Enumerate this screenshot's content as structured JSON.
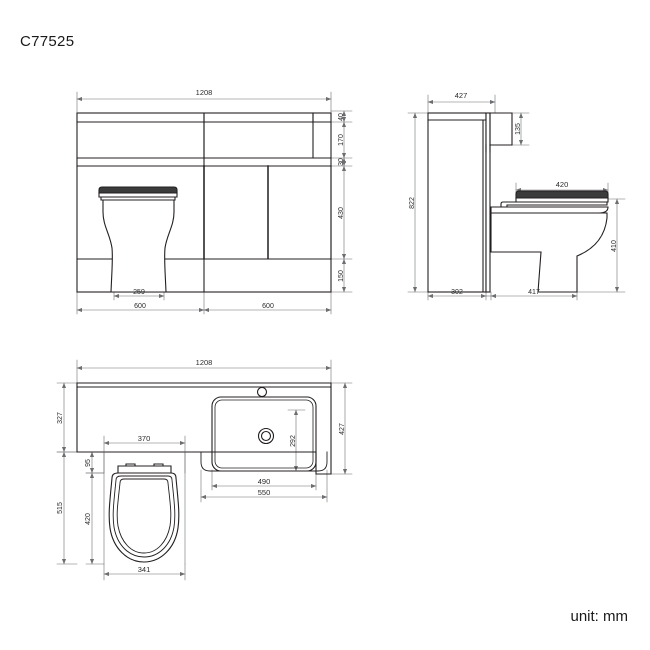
{
  "drawing": {
    "title": "C77525",
    "unit_label": "unit: mm",
    "line_color": "#231f20",
    "dim_color": "#6d6e71",
    "text_color": "#2b2b2b",
    "background": "#ffffff",
    "sheet_width": 650,
    "sheet_height": 650
  },
  "views": {
    "front": {
      "name": "front-elevation",
      "dimensions": {
        "overall_width": "1208",
        "worktop_edge": "40",
        "basin_front_height": "170",
        "worktop_band": "30",
        "door_height": "430",
        "plinth_height": "150",
        "toilet_width": "259",
        "left_unit_width": "600",
        "right_unit_width": "600"
      }
    },
    "side": {
      "name": "side-elevation",
      "dimensions": {
        "worktop_depth": "427",
        "basin_projection": "135",
        "overall_height": "822",
        "seat_length": "420",
        "pan_height": "410",
        "cabinet_depth": "302",
        "pan_projection": "417"
      }
    },
    "plan": {
      "name": "plan-view",
      "dimensions": {
        "overall_width": "1208",
        "left_depth": "327",
        "right_depth": "427",
        "seat_overall_width": "370",
        "hinge_offset": "95",
        "toilet_total_depth": "515",
        "seat_length": "420",
        "seat_width": "341",
        "basin_depth": "292",
        "basin_inner_width": "490",
        "basin_outer_width": "550"
      }
    }
  }
}
